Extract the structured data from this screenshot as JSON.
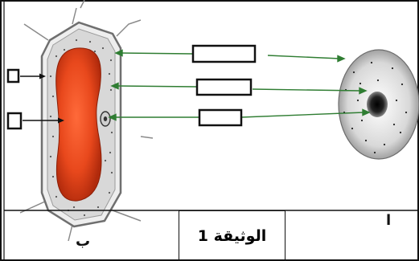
{
  "figure": {
    "title": "الوثيقة 1",
    "label_a": "ا",
    "label_b": "ب"
  }
}
